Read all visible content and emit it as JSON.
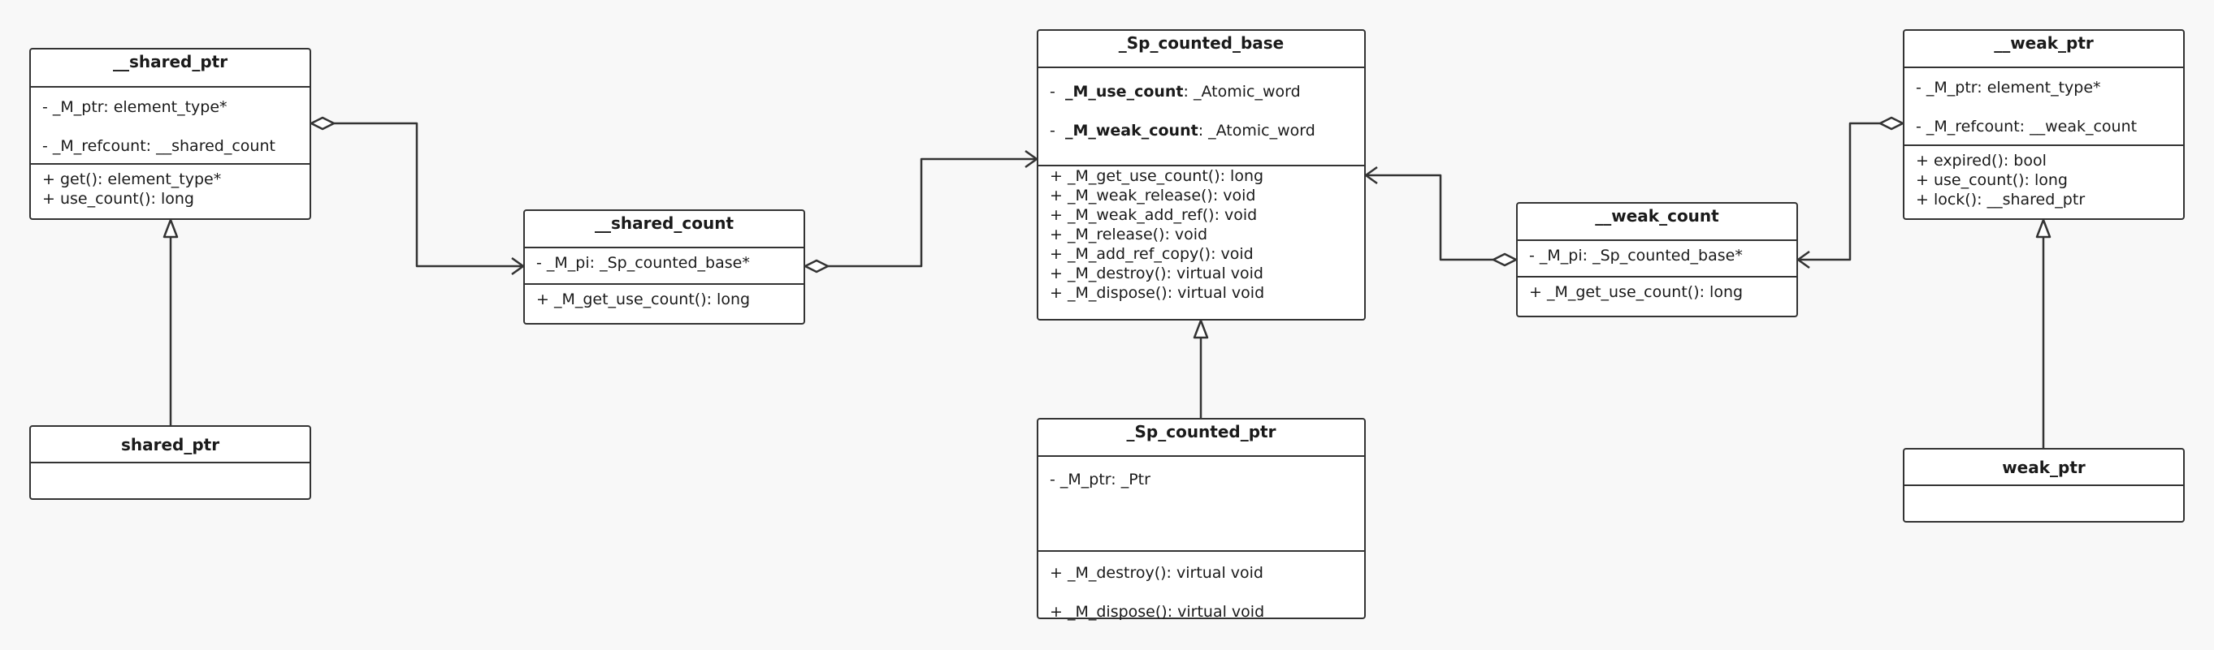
{
  "diagram": {
    "classes": {
      "shared_ptr_base": {
        "name": "__shared_ptr",
        "fields": [
          "-  _M_ptr: element_type*",
          "-  _M_refcount: __shared_count"
        ],
        "methods": [
          "+ get(): element_type*",
          "+ use_count():  long"
        ]
      },
      "shared_ptr": {
        "name": "shared_ptr",
        "fields": [],
        "methods": []
      },
      "shared_count": {
        "name": "__shared_count",
        "fields": [
          "-  _M_pi: _Sp_counted_base*"
        ],
        "methods": [
          "+  _M_get_use_count(): long"
        ]
      },
      "sp_counted_base": {
        "name": "_Sp_counted_base",
        "fields": [
          {
            "name": "_M_use_count",
            "type": ": _Atomic_word"
          },
          {
            "name": "_M_weak_count",
            "type": ": _Atomic_word"
          }
        ],
        "methods": [
          "+  _M_get_use_count(): long",
          "+  _M_weak_release(): void",
          "+  _M_weak_add_ref(): void",
          "+  _M_release(): void",
          "+  _M_add_ref_copy(): void",
          "+  _M_destroy(): virtual void",
          "+  _M_dispose(): virtual void"
        ]
      },
      "sp_counted_ptr": {
        "name": "_Sp_counted_ptr",
        "fields": [
          "-  _M_ptr:  _Ptr"
        ],
        "methods": [
          "+  _M_destroy(): virtual void",
          "+  _M_dispose(): virtual void"
        ]
      },
      "weak_count": {
        "name": "__weak_count",
        "fields": [
          "-  _M_pi:  _Sp_counted_base*"
        ],
        "methods": [
          "+  _M_get_use_count(): long"
        ]
      },
      "weak_ptr_base": {
        "name": "__weak_ptr",
        "fields": [
          "-  _M_ptr: element_type*",
          "-  _M_refcount:  __weak_count"
        ],
        "methods": [
          "+ expired(): bool",
          "+ use_count():  long",
          "+ lock(): __shared_ptr"
        ]
      },
      "weak_ptr": {
        "name": "weak_ptr",
        "fields": [],
        "methods": []
      }
    },
    "relations": [
      {
        "type": "inheritance",
        "from": "shared_ptr",
        "to": "shared_ptr_base"
      },
      {
        "type": "aggregation",
        "whole": "shared_ptr_base",
        "part": "shared_count"
      },
      {
        "type": "aggregation",
        "whole": "shared_count",
        "part": "sp_counted_base"
      },
      {
        "type": "inheritance",
        "from": "sp_counted_ptr",
        "to": "sp_counted_base"
      },
      {
        "type": "aggregation",
        "whole": "weak_count",
        "part": "sp_counted_base"
      },
      {
        "type": "aggregation",
        "whole": "weak_ptr_base",
        "part": "weak_count"
      },
      {
        "type": "inheritance",
        "from": "weak_ptr",
        "to": "weak_ptr_base"
      }
    ],
    "colors": {
      "line": "#333333",
      "box_fill": "#ffffff",
      "background": "#f8f8f8"
    }
  }
}
